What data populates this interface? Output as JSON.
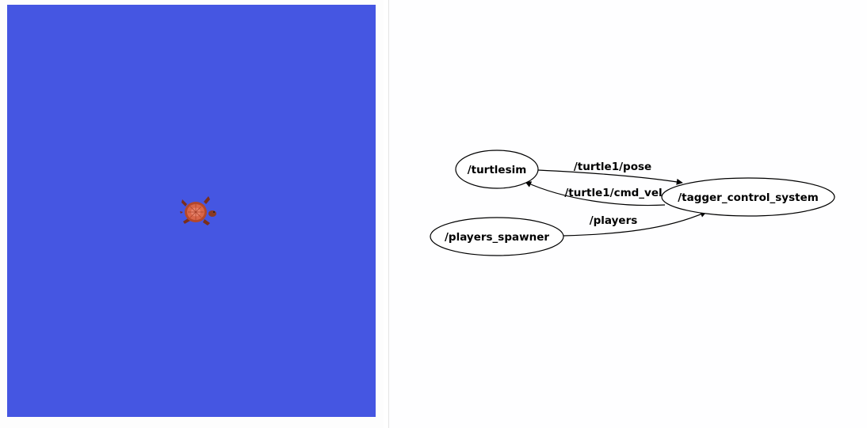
{
  "turtlesim": {
    "background_color": "#4556e2",
    "sprite": "turtle-icon"
  },
  "graph": {
    "nodes": {
      "turtlesim": "/turtlesim",
      "tagger_control_system": "/tagger_control_system",
      "players_spawner": "/players_spawner"
    },
    "edges": {
      "pose": "/turtle1/pose",
      "cmd_vel": "/turtle1/cmd_vel",
      "players": "/players"
    }
  }
}
